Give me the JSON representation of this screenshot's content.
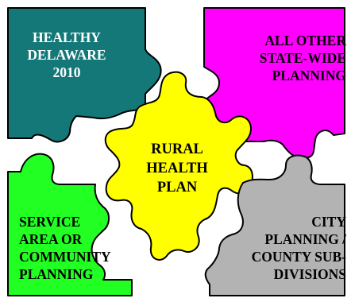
{
  "diagram": {
    "pieces": {
      "top_left": {
        "label": "HEALTHY\nDELAWARE\n2010",
        "color": "#157878",
        "text_color": "#ffffff"
      },
      "top_right": {
        "label": "ALL OTHER\nSTATE-WIDE\nPLANNING",
        "color": "#ff00ff",
        "text_color": "#000000"
      },
      "center": {
        "label": "RURAL\nHEALTH\nPLAN",
        "color": "#ffff00",
        "text_color": "#000000"
      },
      "bottom_left": {
        "label": "SERVICE\nAREA OR\nCOMMUNITY\nPLANNING",
        "color": "#22ff22",
        "text_color": "#000000"
      },
      "bottom_right": {
        "label": "CITY\nPLANNING /\nCOUNTY SUB-\nDIVISIONS",
        "color": "#b3b3b3",
        "text_color": "#000000"
      }
    },
    "outline_color": "#000000",
    "background_color": "#ffffff"
  }
}
